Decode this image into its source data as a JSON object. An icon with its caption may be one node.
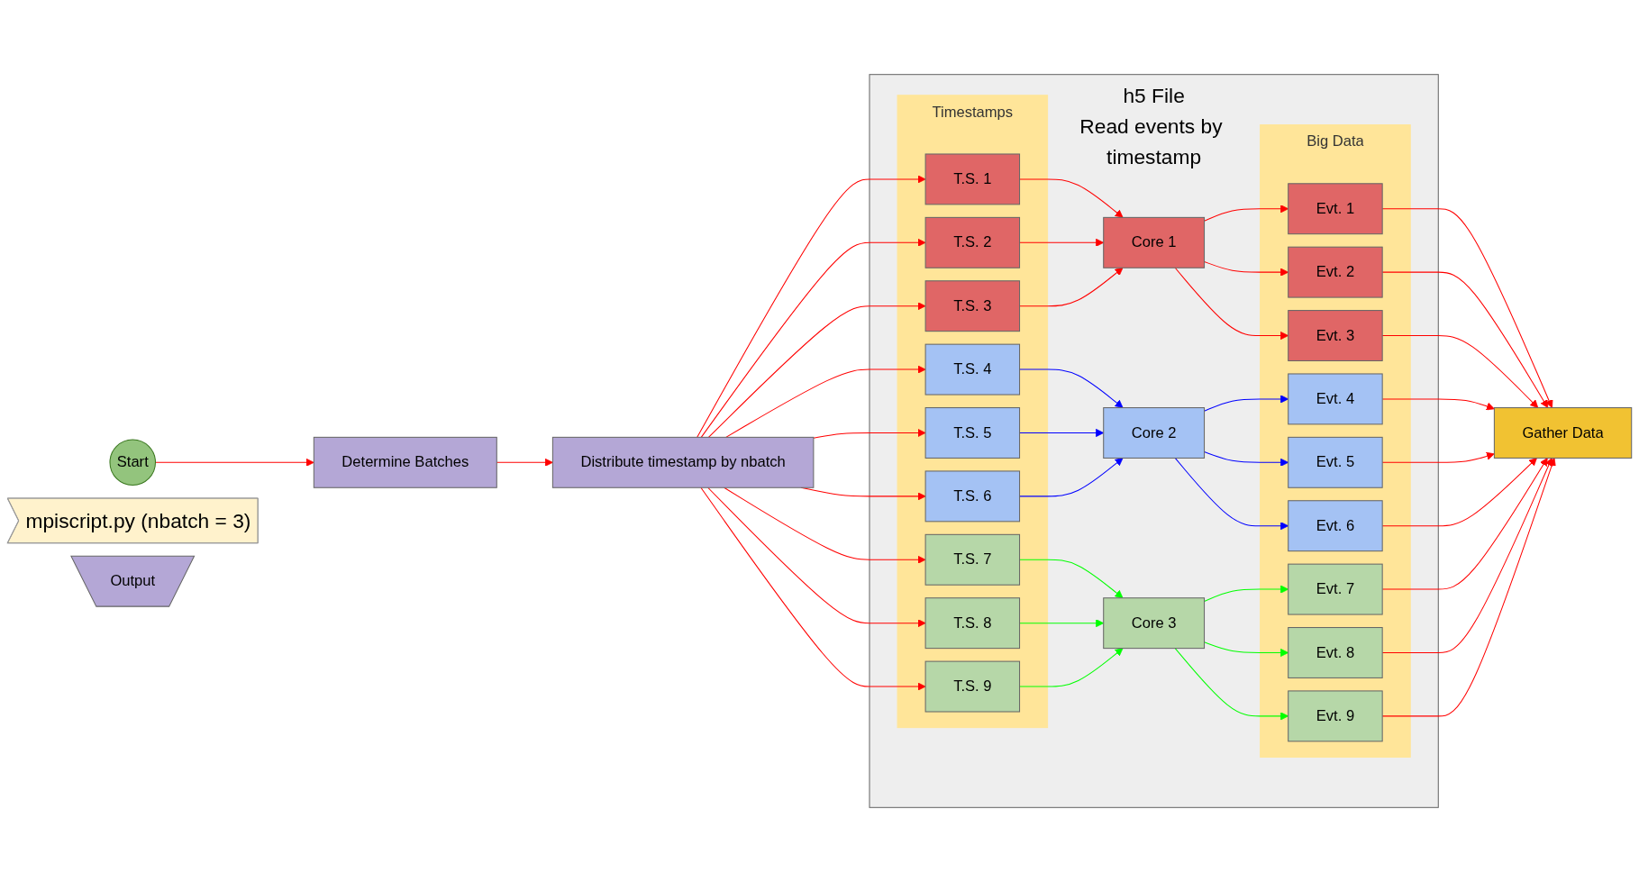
{
  "diagram": {
    "nodes": [
      {
        "text": [
          "Start"
        ]
      },
      {
        "text": [
          "Determine Batches"
        ]
      },
      {
        "text": [
          "Distribute timestamp by nbatch"
        ]
      },
      {
        "text": [
          "mpiscript.py (nbatch = 3)"
        ]
      },
      {
        "text": [
          "h5 File",
          "Read events by timestamp"
        ]
      },
      {
        "text": [
          "Timestamps"
        ],
        "in": 4
      },
      {
        "text": [
          "T.S. 1"
        ],
        "in": 5
      },
      {
        "text": [
          "T.S. 2"
        ],
        "in": 5
      },
      {
        "text": [
          "T.S. 3"
        ],
        "in": 5
      },
      {
        "text": [
          "T.S. 4"
        ],
        "in": 5
      },
      {
        "text": [
          "T.S. 5"
        ],
        "in": 5
      },
      {
        "text": [
          "T.S. 6"
        ],
        "in": 5
      },
      {
        "text": [
          "T.S. 7"
        ],
        "in": 5
      },
      {
        "text": [
          "T.S. 8"
        ],
        "in": 5
      },
      {
        "text": [
          "T.S. 9"
        ],
        "in": 5
      },
      {
        "text": [
          "Core 1"
        ],
        "in": 4
      },
      {
        "text": [
          "Core 2"
        ],
        "in": 4
      },
      {
        "text": [
          "Core 3"
        ],
        "in": 4
      },
      {
        "text": [
          "Big Data"
        ],
        "in": 4
      },
      {
        "text": [
          "Evt. 1"
        ],
        "in": 18
      },
      {
        "text": [
          "Evt. 2"
        ],
        "in": 18
      },
      {
        "text": [
          "Evt. 3"
        ],
        "in": 18
      },
      {
        "text": [
          "Evt. 4"
        ],
        "in": 18
      },
      {
        "text": [
          "Evt. 5"
        ],
        "in": 18
      },
      {
        "text": [
          "Evt. 6"
        ],
        "in": 18
      },
      {
        "text": [
          "Evt. 7"
        ],
        "in": 18
      },
      {
        "text": [
          "Evt. 8"
        ],
        "in": 18
      },
      {
        "text": [
          "Evt. 9"
        ],
        "in": 18
      },
      {
        "text": [
          "Gather Data"
        ]
      },
      {
        "text": [
          "Output"
        ]
      }
    ],
    "edges": [
      {
        "from": 0,
        "to": 1,
        "arrow": "to",
        "color": "#ff0000"
      },
      {
        "from": 1,
        "to": 2,
        "arrow": "to",
        "color": "#ff0000"
      },
      {
        "from": 2,
        "to": 6,
        "arrow": "to",
        "color": "#ff0000"
      },
      {
        "from": 2,
        "to": 7,
        "arrow": "to",
        "color": "#ff0000"
      },
      {
        "from": 2,
        "to": 8,
        "arrow": "to",
        "color": "#ff0000"
      },
      {
        "from": 2,
        "to": 9,
        "arrow": "to",
        "color": "#ff0000"
      },
      {
        "from": 2,
        "to": 10,
        "arrow": "to",
        "color": "#ff0000"
      },
      {
        "from": 2,
        "to": 11,
        "arrow": "to",
        "color": "#ff0000"
      },
      {
        "from": 2,
        "to": 12,
        "arrow": "to",
        "color": "#ff0000"
      },
      {
        "from": 2,
        "to": 13,
        "arrow": "to",
        "color": "#ff0000"
      },
      {
        "from": 2,
        "to": 14,
        "arrow": "to",
        "color": "#ff0000"
      },
      {
        "from": 6,
        "to": 15,
        "arrow": "to",
        "color": "#ff0000"
      },
      {
        "from": 7,
        "to": 15,
        "arrow": "to",
        "color": "#ff0000"
      },
      {
        "from": 8,
        "to": 15,
        "arrow": "to",
        "color": "#ff0000"
      },
      {
        "from": 9,
        "to": 16,
        "arrow": "to",
        "color": "#0000ff"
      },
      {
        "from": 10,
        "to": 16,
        "arrow": "to",
        "color": "#0000ff"
      },
      {
        "from": 11,
        "to": 16,
        "arrow": "to",
        "color": "#0000ff"
      },
      {
        "from": 12,
        "to": 17,
        "arrow": "to",
        "color": "#00ff00"
      },
      {
        "from": 13,
        "to": 17,
        "arrow": "to",
        "color": "#00ff00"
      },
      {
        "from": 14,
        "to": 17,
        "arrow": "to",
        "color": "#00ff00"
      },
      {
        "from": 15,
        "to": 19,
        "arrow": "to",
        "color": "#ff0000"
      },
      {
        "from": 15,
        "to": 20,
        "arrow": "to",
        "color": "#ff0000"
      },
      {
        "from": 15,
        "to": 21,
        "arrow": "to",
        "color": "#ff0000"
      },
      {
        "from": 16,
        "to": 22,
        "arrow": "to",
        "color": "#0000ff"
      },
      {
        "from": 16,
        "to": 23,
        "arrow": "to",
        "color": "#0000ff"
      },
      {
        "from": 16,
        "to": 24,
        "arrow": "to",
        "color": "#0000ff"
      },
      {
        "from": 17,
        "to": 25,
        "arrow": "to",
        "color": "#00ff00"
      },
      {
        "from": 17,
        "to": 26,
        "arrow": "to",
        "color": "#00ff00"
      },
      {
        "from": 17,
        "to": 27,
        "arrow": "to",
        "color": "#00ff00"
      },
      {
        "from": 19,
        "to": 28,
        "arrow": "to",
        "color": "#ff0000"
      },
      {
        "from": 20,
        "to": 28,
        "arrow": "to",
        "color": "#ff0000"
      },
      {
        "from": 21,
        "to": 28,
        "arrow": "to",
        "color": "#ff0000"
      },
      {
        "from": 22,
        "to": 28,
        "arrow": "to",
        "color": "#ff0000"
      },
      {
        "from": 23,
        "to": 28,
        "arrow": "to",
        "color": "#ff0000"
      },
      {
        "from": 24,
        "to": 28,
        "arrow": "to",
        "color": "#ff0000"
      },
      {
        "from": 25,
        "to": 28,
        "arrow": "to",
        "color": "#ff0000"
      },
      {
        "from": 26,
        "to": 28,
        "arrow": "to",
        "color": "#ff0000"
      },
      {
        "from": 27,
        "to": 28,
        "arrow": "to",
        "color": "#ff0000"
      }
    ]
  }
}
